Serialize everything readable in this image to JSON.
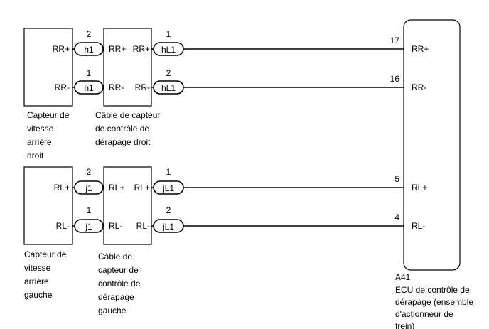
{
  "sensor_rear_right": {
    "pin_plus": "RR+",
    "pin_minus": "RR-",
    "caption": [
      "Capteur de",
      "vitesse",
      "arrière",
      "droit"
    ]
  },
  "cable_rear_right": {
    "left_plus": "RR+",
    "left_minus": "RR-",
    "right_plus": "RR+",
    "right_minus": "RR-",
    "caption": [
      "Câble de capteur",
      "de contrôle de",
      "dérapage droit"
    ]
  },
  "connector_h1_upper": {
    "label": "h1",
    "pin": "2"
  },
  "connector_h1_lower": {
    "label": "h1",
    "pin": "1"
  },
  "connector_hL1_upper": {
    "label": "hL1",
    "pin": "1"
  },
  "connector_hL1_lower": {
    "label": "hL1",
    "pin": "2"
  },
  "sensor_rear_left": {
    "pin_plus": "RL+",
    "pin_minus": "RL-",
    "caption": [
      "Capteur de",
      "vitesse",
      "arrière",
      "gauche"
    ]
  },
  "cable_rear_left": {
    "left_plus": "RL+",
    "left_minus": "RL-",
    "right_plus": "RL+",
    "right_minus": "RL-",
    "caption": [
      "Câble de",
      "capteur de",
      "contrôle de",
      "dérapage",
      "gauche"
    ]
  },
  "connector_j1_upper": {
    "label": "j1",
    "pin": "2"
  },
  "connector_j1_lower": {
    "label": "j1",
    "pin": "1"
  },
  "connector_jL1_upper": {
    "label": "jL1",
    "pin": "1"
  },
  "connector_jL1_lower": {
    "label": "jL1",
    "pin": "2"
  },
  "ecu": {
    "pins": [
      {
        "number": "17",
        "name": "RR+"
      },
      {
        "number": "16",
        "name": "RR-"
      },
      {
        "number": "5",
        "name": "RL+"
      },
      {
        "number": "4",
        "name": "RL-"
      }
    ],
    "id": "A41",
    "caption": [
      "ECU de contrôle de",
      "dérapage (ensemble",
      "d'actionneur de",
      "frein)"
    ]
  }
}
